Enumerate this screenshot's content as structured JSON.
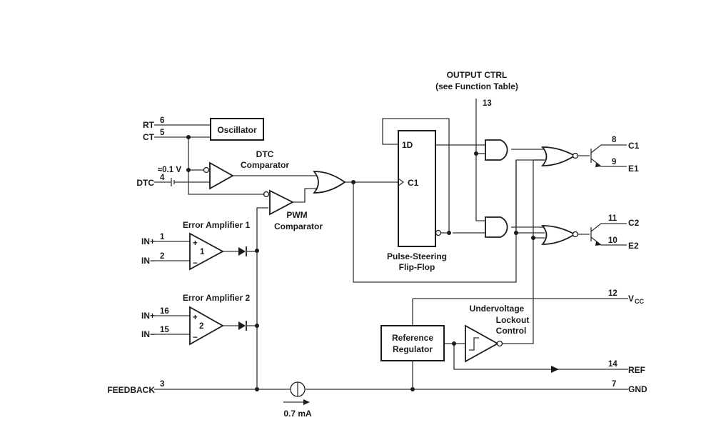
{
  "blocks": {
    "oscillator": "Oscillator",
    "dtc_comp_1": "DTC",
    "dtc_comp_2": "Comparator",
    "pwm_comp_1": "PWM",
    "pwm_comp_2": "Comparator",
    "ea1": "Error Amplifier 1",
    "ea2": "Error Amplifier 2",
    "ea1_num": "1",
    "ea2_num": "2",
    "ff_d": "1D",
    "ff_c": "C1",
    "ff_1": "Pulse-Steering",
    "ff_2": "Flip-Flop",
    "ref_1": "Reference",
    "ref_2": "Regulator",
    "uvlo_1": "Undervoltage",
    "uvlo_2": "Lockout",
    "uvlo_3": "Control",
    "plus": "+",
    "minus": "−"
  },
  "labels": {
    "output_ctrl": "OUTPUT CTRL",
    "function_table": "(see Function Table)",
    "approx_v": "≈0.1 V",
    "current": "0.7 mA"
  },
  "pins": {
    "rt": {
      "name": "RT",
      "num": "6"
    },
    "ct": {
      "name": "CT",
      "num": "5"
    },
    "dtc": {
      "name": "DTC",
      "num": "4"
    },
    "in1p": {
      "name": "IN+",
      "num": "1"
    },
    "in1n": {
      "name": "IN−",
      "num": "2"
    },
    "in2p": {
      "name": "IN+",
      "num": "16"
    },
    "in2n": {
      "name": "IN−",
      "num": "15"
    },
    "feedback": {
      "name": "FEEDBACK",
      "num": "3"
    },
    "output_ctrl": {
      "num": "13"
    },
    "c1": {
      "name": "C1",
      "num": "8"
    },
    "e1": {
      "name": "E1",
      "num": "9"
    },
    "c2": {
      "name": "C2",
      "num": "11"
    },
    "e2": {
      "name": "E2",
      "num": "10"
    },
    "vcc": {
      "name": "V",
      "sub": "CC",
      "num": "12"
    },
    "ref": {
      "name": "REF",
      "num": "14"
    },
    "gnd": {
      "name": "GND",
      "num": "7"
    }
  }
}
